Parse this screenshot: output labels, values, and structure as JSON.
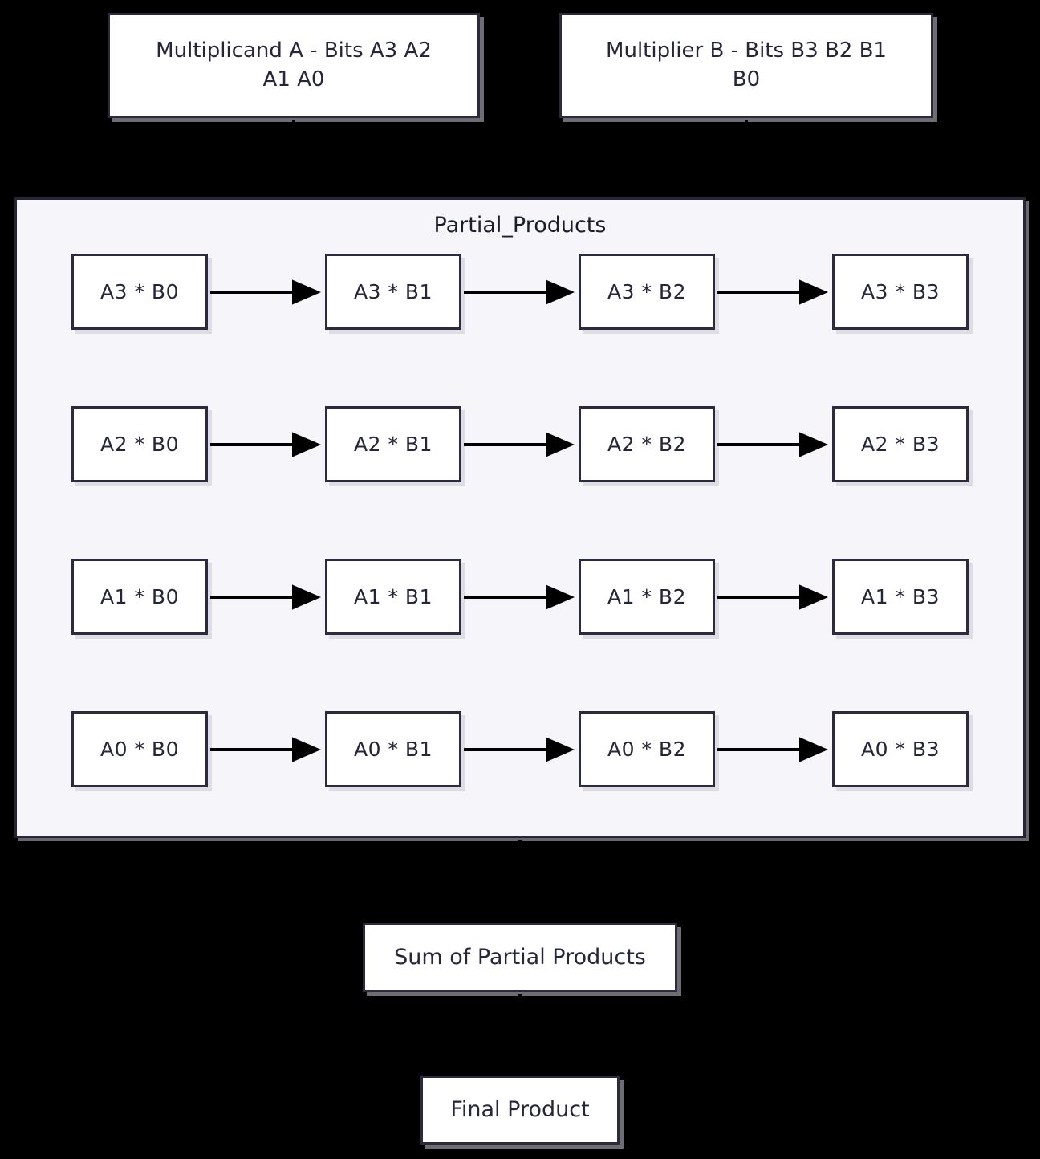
{
  "diagram": {
    "title_hidden": true,
    "background_color": "#000000",
    "node_fill": "#ffffff",
    "node_border_color": "#2b2b40",
    "node_text_color": "#26263a",
    "cluster_fill": "#f5f5fa",
    "cluster_border_color": "#262639",
    "edge_color_inside_cluster": "#000000",
    "edge_color_outside_cluster": "#000000"
  },
  "inputs": [
    {
      "id": "multiplicand-a",
      "label": "Multiplicand A - Bits A3 A2\nA1 A0"
    },
    {
      "id": "multiplier-b",
      "label": "Multiplier B - Bits B3 B2 B1\nB0"
    }
  ],
  "cluster": {
    "id": "partial-products",
    "title": "Partial_Products",
    "rows": [
      {
        "row_id": "row-a3",
        "cells": [
          "A3 * B0",
          "A3 * B1",
          "A3 * B2",
          "A3 * B3"
        ]
      },
      {
        "row_id": "row-a2",
        "cells": [
          "A2 * B0",
          "A2 * B1",
          "A2 * B2",
          "A2 * B3"
        ]
      },
      {
        "row_id": "row-a1",
        "cells": [
          "A1 * B0",
          "A1 * B1",
          "A1 * B2",
          "A1 * B3"
        ]
      },
      {
        "row_id": "row-a0",
        "cells": [
          "A0 * B0",
          "A0 * B1",
          "A0 * B2",
          "A0 * B3"
        ]
      }
    ]
  },
  "outputs": [
    {
      "id": "sum-of-partial-products",
      "label": "Sum of Partial Products"
    },
    {
      "id": "final-product",
      "label": "Final Product"
    }
  ]
}
